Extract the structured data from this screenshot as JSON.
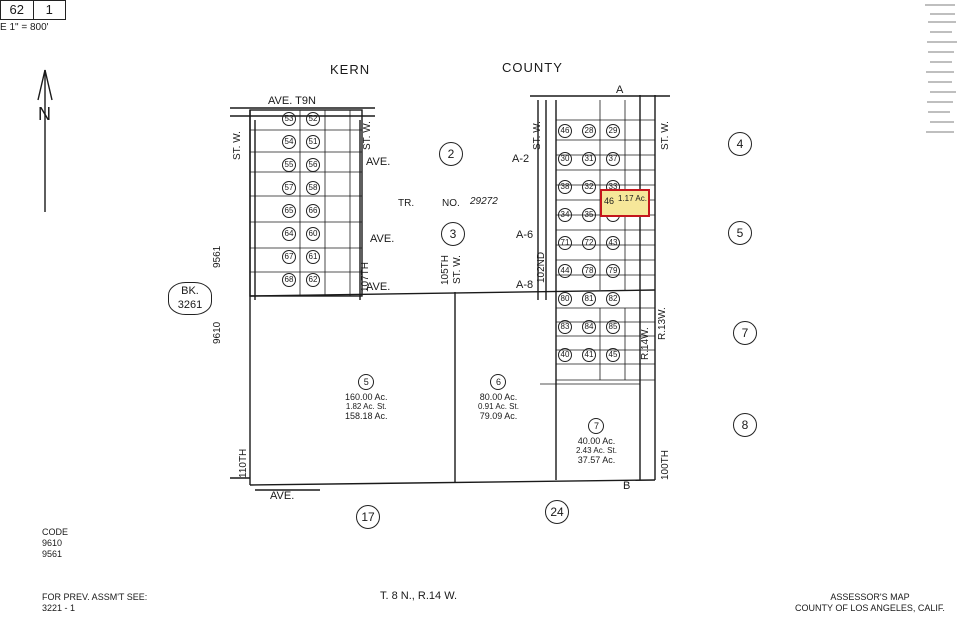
{
  "sheet": {
    "number": "62",
    "page": "1",
    "scale": "E 1\" = 800'"
  },
  "north_label": "N",
  "county_label": {
    "left": "KERN",
    "right": "COUNTY"
  },
  "streets": {
    "ave_t9n": "AVE.   T9N",
    "ave_mid_left": "AVE.",
    "ave_lower_left": "AVE.",
    "ave_bottom_left": "AVE.",
    "ave_south": "AVE.",
    "st_w_left": "ST. W.",
    "st_w_left_inner": "ST. W.",
    "st_w_107th": "107TH",
    "st_105th": "105TH",
    "st_105th_sw": "ST. W.",
    "st_102nd": "102ND",
    "st_w_right": "ST. W.",
    "st_w_far_right": "ST. W.",
    "st_100th": "100TH",
    "st_110th": "110TH",
    "r13w": "R.13W.",
    "r14w": "R.14W.",
    "tr_label": "TR.",
    "tr_no": "NO.",
    "tr_number": "29272"
  },
  "section_letters": {
    "a_top": "A",
    "b_bottom": "B",
    "a2": "A-2",
    "a6": "A-6",
    "a8": "A-8"
  },
  "block_circles": [
    {
      "id": "c2",
      "label": "2"
    },
    {
      "id": "c3",
      "label": "3"
    },
    {
      "id": "c4",
      "label": "4"
    },
    {
      "id": "c5",
      "label": "5"
    },
    {
      "id": "c7",
      "label": "7"
    },
    {
      "id": "c8",
      "label": "8"
    },
    {
      "id": "c17",
      "label": "17"
    },
    {
      "id": "c24",
      "label": "24"
    }
  ],
  "bk_label": {
    "line1": "BK.",
    "line2": "3261"
  },
  "parcels_large": [
    {
      "id": "p5",
      "num": "5",
      "acres": "160.00 Ac.",
      "gross": "1.82 Ac. St.",
      "net": "158.18 Ac."
    },
    {
      "id": "p6",
      "num": "6",
      "acres": "80.00 Ac.",
      "gross": "0.91 Ac. St.",
      "net": "79.09 Ac."
    },
    {
      "id": "p7",
      "num": "7",
      "acres": "40.00 Ac.",
      "gross": "2.43 Ac. St.",
      "net": "37.57 Ac."
    }
  ],
  "left_grid_numbers": [
    "53",
    "52",
    "54",
    "51",
    "55",
    "56",
    "57",
    "58",
    "65",
    "66",
    "64",
    "60",
    "67",
    "61",
    "68",
    "62"
  ],
  "right_grid_numbers": [
    "46",
    "28",
    "29",
    "30",
    "31",
    "37",
    "38",
    "32",
    "33",
    "34",
    "35",
    "36",
    "71",
    "72",
    "43",
    "44",
    "78",
    "79",
    "80",
    "81",
    "82",
    "83",
    "84",
    "85",
    "40",
    "41",
    "45"
  ],
  "codes": {
    "title": "CODE",
    "c1": "9610",
    "c2": "9561"
  },
  "left_codes": {
    "top": "9561",
    "bottom": "9610"
  },
  "township": "T. 8 N., R.14 W.",
  "prev_assmt": {
    "line1": "FOR PREV. ASSM'T SEE:",
    "line2": "3221 - 1"
  },
  "assessor": {
    "line1": "ASSESSOR'S MAP",
    "line2": "COUNTY OF LOS ANGELES, CALIF."
  },
  "highlight_parcel": {
    "num": "46",
    "text": "1.17 Ac."
  }
}
